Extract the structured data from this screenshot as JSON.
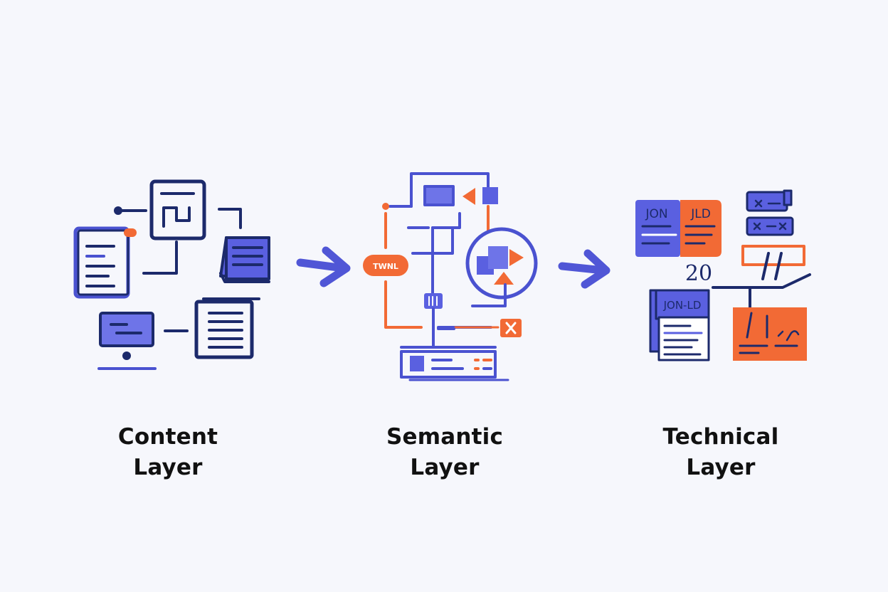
{
  "colors": {
    "background": "#f6f7fc",
    "navy": "#1c2a6b",
    "indigo": "#5056d6",
    "orange": "#f26a35",
    "text": "#111111"
  },
  "layers": [
    {
      "line1": "Content",
      "line2": "Layer"
    },
    {
      "line1": "Semantic",
      "line2": "Layer"
    },
    {
      "line1": "Technical",
      "line2": "Layer"
    }
  ],
  "semantic": {
    "pill_label": "TWNL"
  },
  "technical": {
    "card_left": "JON",
    "card_right": "JLD",
    "card2_label": "JON-LD",
    "number": "20",
    "slashes": "//"
  },
  "icons": [
    "content-network-icon",
    "arrow-right-icon",
    "semantic-graph-icon",
    "arrow-right-icon",
    "technical-schema-icon"
  ]
}
